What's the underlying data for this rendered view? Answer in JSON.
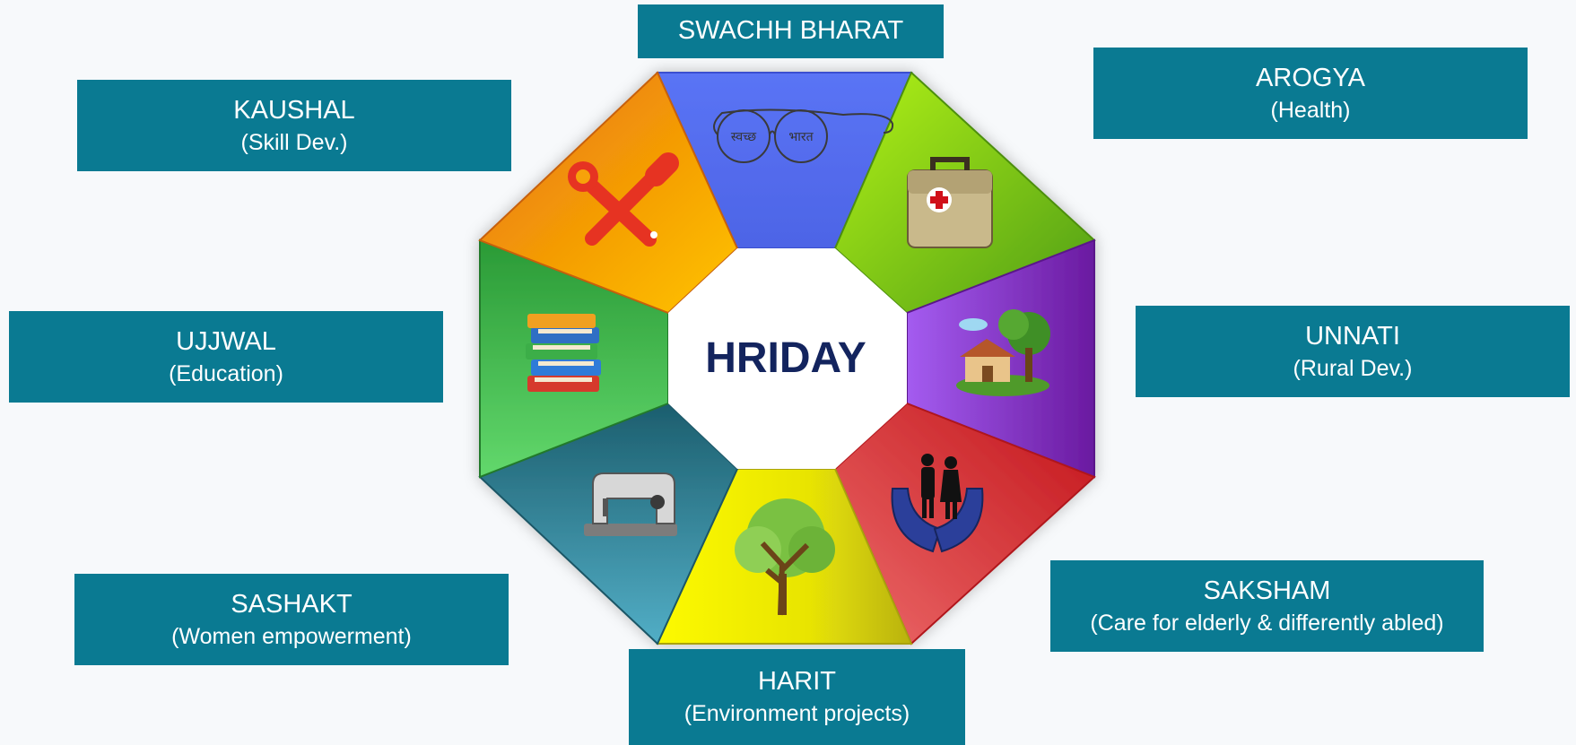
{
  "center": {
    "title": "HRIDAY"
  },
  "segments": [
    {
      "id": "swachh",
      "title": "SWACHH BHARAT",
      "sub": "",
      "color": "#5670f2",
      "icon": "gandhi-glasses-icon",
      "icon_text_left": "स्वच्छ",
      "icon_text_right": "भारत"
    },
    {
      "id": "arogya",
      "title": "AROGYA",
      "sub": "(Health)",
      "color": "#8ed21a",
      "icon": "medical-bag-icon"
    },
    {
      "id": "unnati",
      "title": "UNNATI",
      "sub": "(Rural Dev.)",
      "color": "#8b2fd0",
      "icon": "rural-house-icon"
    },
    {
      "id": "saksham",
      "title": "SAKSHAM",
      "sub": "(Care for elderly & differently abled)",
      "color": "#d92b30",
      "icon": "elderly-care-hands-icon"
    },
    {
      "id": "harit",
      "title": "HARIT",
      "sub": "(Environment projects)",
      "color": "#e6e20a",
      "icon": "tree-icon"
    },
    {
      "id": "sashakt",
      "title": "SASHAKT",
      "sub": "(Women empowerment)",
      "color": "#2b7a8f",
      "icon": "sewing-machine-icon"
    },
    {
      "id": "ujjwal",
      "title": "UJJWAL",
      "sub": "(Education)",
      "color": "#3fb54a",
      "icon": "books-icon"
    },
    {
      "id": "kaushal",
      "title": "KAUSHAL",
      "sub": "(Skill Dev.)",
      "color": "#f5a00a",
      "icon": "tools-icon"
    }
  ]
}
